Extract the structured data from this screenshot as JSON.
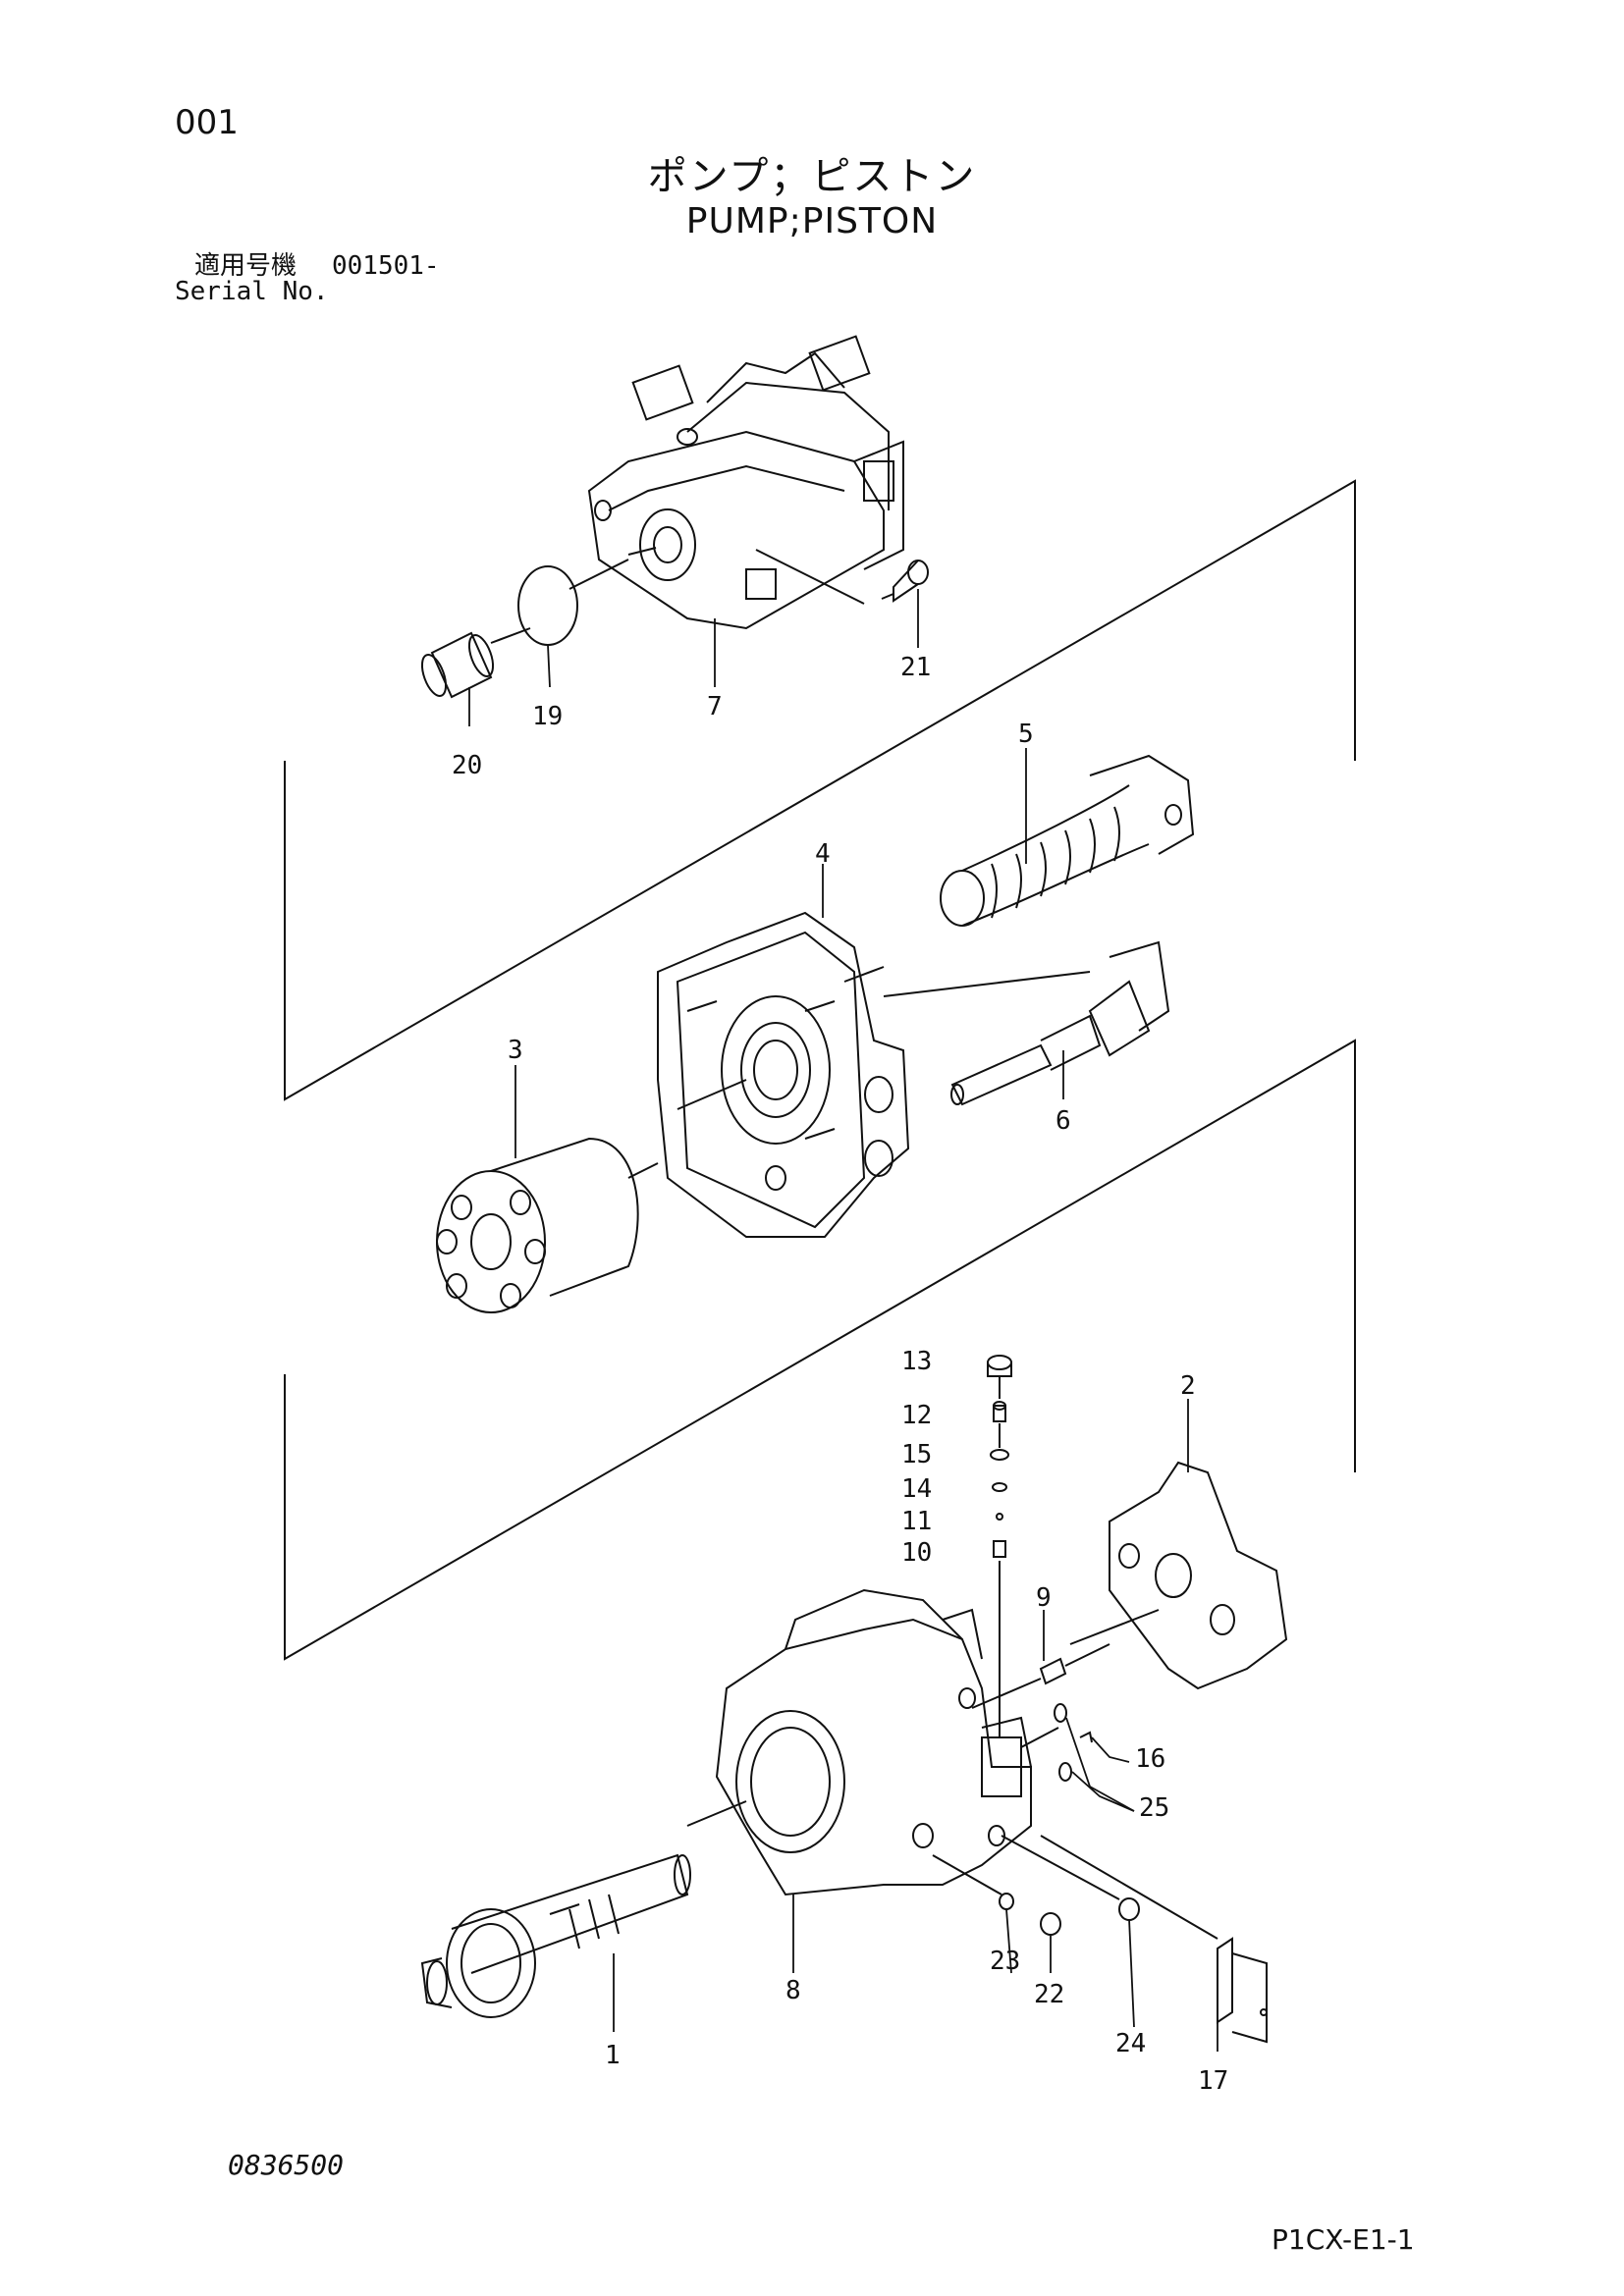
{
  "header": {
    "page_number": "001",
    "title_jp": "ポンプ；ピストン",
    "title_en": "PUMP;PISTON",
    "serial_label_jp": "適用号機",
    "serial_value": "001501-",
    "serial_label_en": "Serial No."
  },
  "footer": {
    "drawing_number": "0836500",
    "sheet_id": "P1CX-E1-1"
  },
  "parts": [
    {
      "ref": "1"
    },
    {
      "ref": "2"
    },
    {
      "ref": "3"
    },
    {
      "ref": "4"
    },
    {
      "ref": "5"
    },
    {
      "ref": "6"
    },
    {
      "ref": "7"
    },
    {
      "ref": "8"
    },
    {
      "ref": "9"
    },
    {
      "ref": "10"
    },
    {
      "ref": "11"
    },
    {
      "ref": "12"
    },
    {
      "ref": "13"
    },
    {
      "ref": "14"
    },
    {
      "ref": "15"
    },
    {
      "ref": "16"
    },
    {
      "ref": "17"
    },
    {
      "ref": "19"
    },
    {
      "ref": "20"
    },
    {
      "ref": "21"
    },
    {
      "ref": "22"
    },
    {
      "ref": "23"
    },
    {
      "ref": "24"
    },
    {
      "ref": "25"
    }
  ]
}
